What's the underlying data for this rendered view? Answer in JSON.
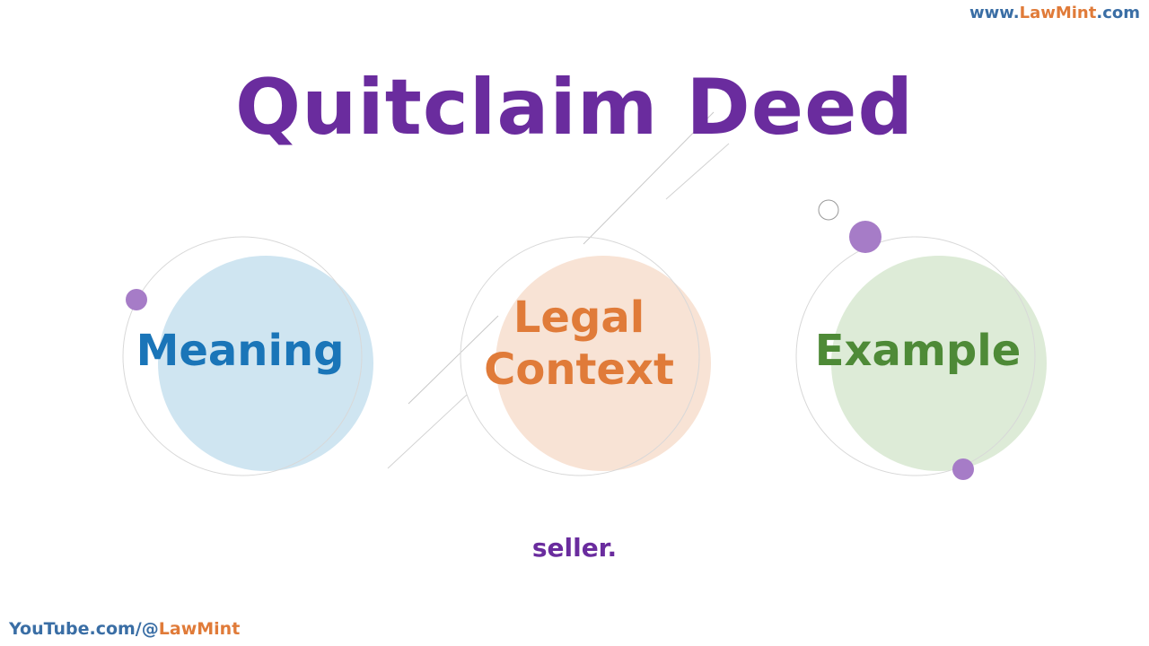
{
  "watermark_top": {
    "part1": "www.",
    "part2": "LawMint",
    "part3": ".com"
  },
  "title": "Quitclaim Deed",
  "topics": [
    {
      "label": "Meaning"
    },
    {
      "label_line1": "Legal",
      "label_line2": "Context"
    },
    {
      "label": "Example"
    }
  ],
  "subtitle": "seller.",
  "watermark_bottom": {
    "part1": "YouTube.com/@",
    "part2": "LawMint"
  },
  "colors": {
    "title": "#6a2c9e",
    "meaning": "#1a75b8",
    "legal_context": "#e07b39",
    "example": "#4e8a37",
    "meaning_circle": "#cfe5f1",
    "legal_circle": "#f8e3d5",
    "example_circle": "#ddebd7",
    "accent_dot": "#a67cc7"
  }
}
